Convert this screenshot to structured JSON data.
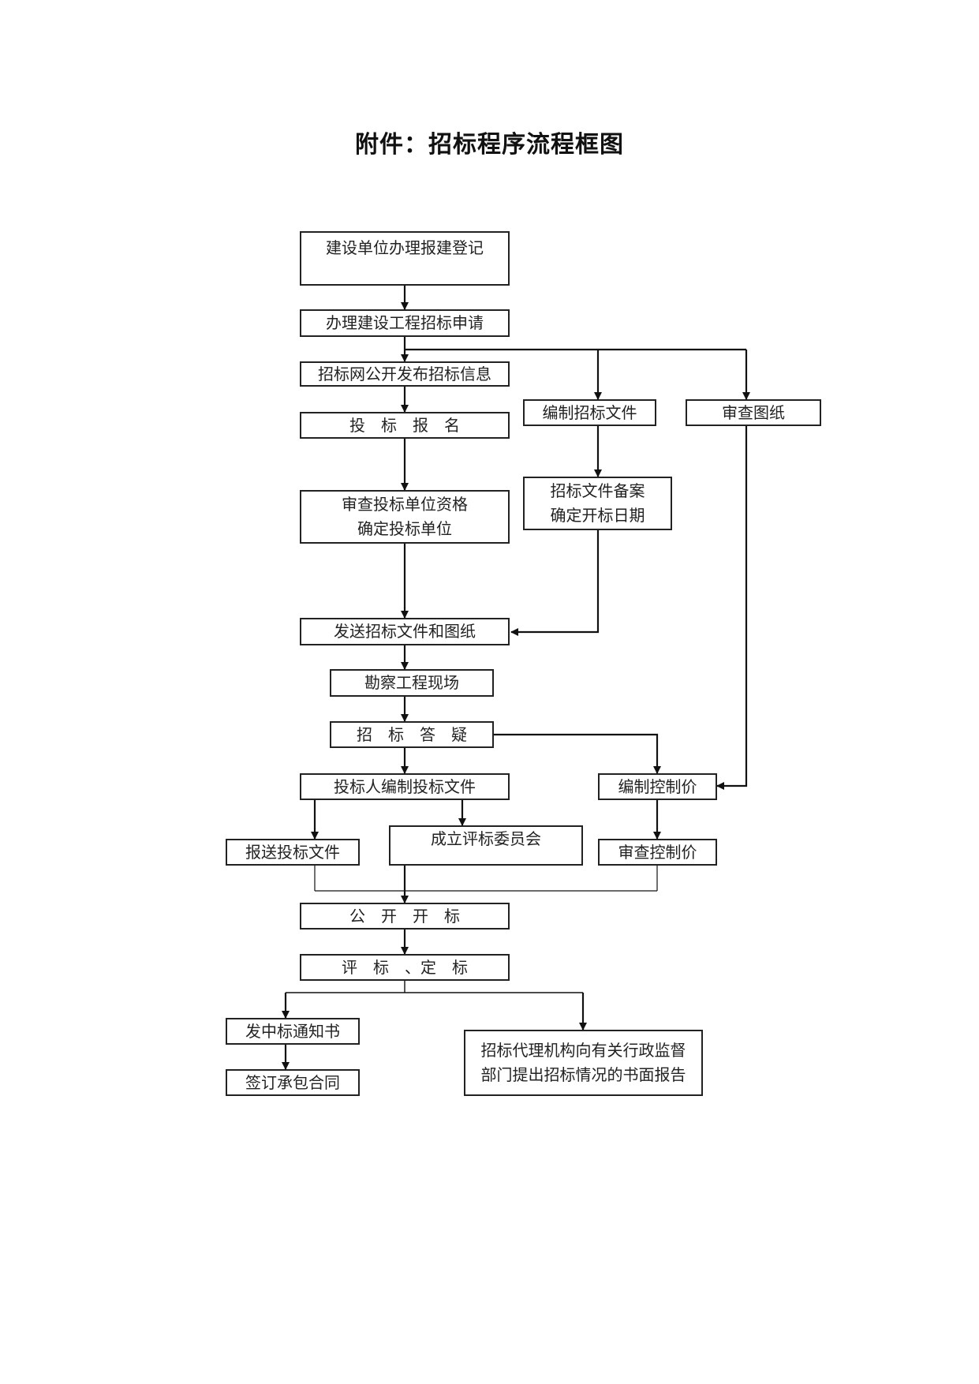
{
  "title": "附件：招标程序流程框图",
  "nodes": {
    "register": "建设单位办理报建登记",
    "apply": "办理建设工程招标申请",
    "publish": "招标网公开发布招标信息",
    "signup": "投　标　报　名",
    "prepare_docs": "编制招标文件",
    "review_drawings": "审查图纸",
    "qualify": "审查投标单位资格\n确定投标单位",
    "file_docs": "招标文件备案\n确定开标日期",
    "send_docs": "发送招标文件和图纸",
    "site_visit": "勘察工程现场",
    "qa": "招　标　答　疑",
    "bidder_prepare": "投标人编制投标文件",
    "control_price": "编制控制价",
    "submit_bid": "报送投标文件",
    "committee": "成立评标委员会",
    "review_price": "审查控制价",
    "open_bid": "公　开　开　标",
    "evaluate": "评　标　、定　标",
    "notice": "发中标通知书",
    "contract": "签订承包合同",
    "report": "招标代理机构向有关行政监督\n部门提出招标情况的书面报告"
  }
}
